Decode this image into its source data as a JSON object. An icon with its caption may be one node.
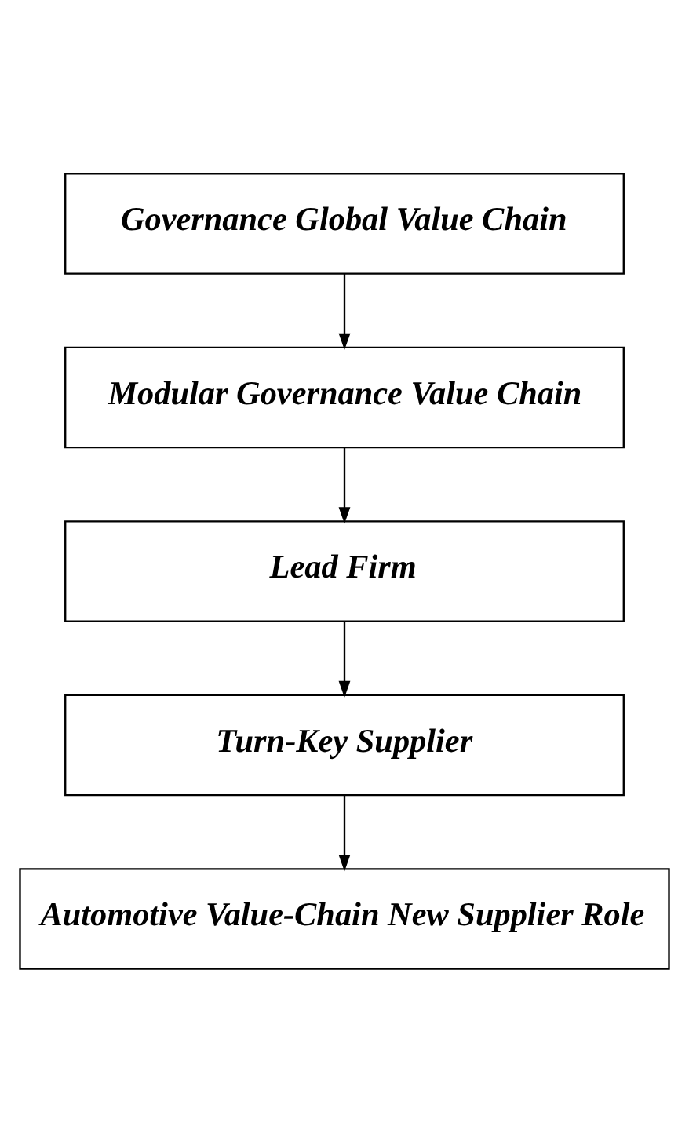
{
  "diagram": {
    "nodes": [
      {
        "text": [
          "Governance Global Value Chain"
        ]
      },
      {
        "text": [
          "Modular Governance Value Chain"
        ]
      },
      {
        "text": [
          "Lead Firm"
        ]
      },
      {
        "text": [
          "Turn-Key Supplier"
        ]
      },
      {
        "text": [
          "Automotive Value-Chain New Supplier Role"
        ]
      }
    ],
    "edges": [
      {
        "from": 0,
        "to": 1,
        "arrow": "to"
      },
      {
        "from": 1,
        "to": 2,
        "arrow": "to"
      },
      {
        "from": 2,
        "to": 3,
        "arrow": "to"
      },
      {
        "from": 3,
        "to": 4,
        "arrow": "to"
      }
    ]
  }
}
